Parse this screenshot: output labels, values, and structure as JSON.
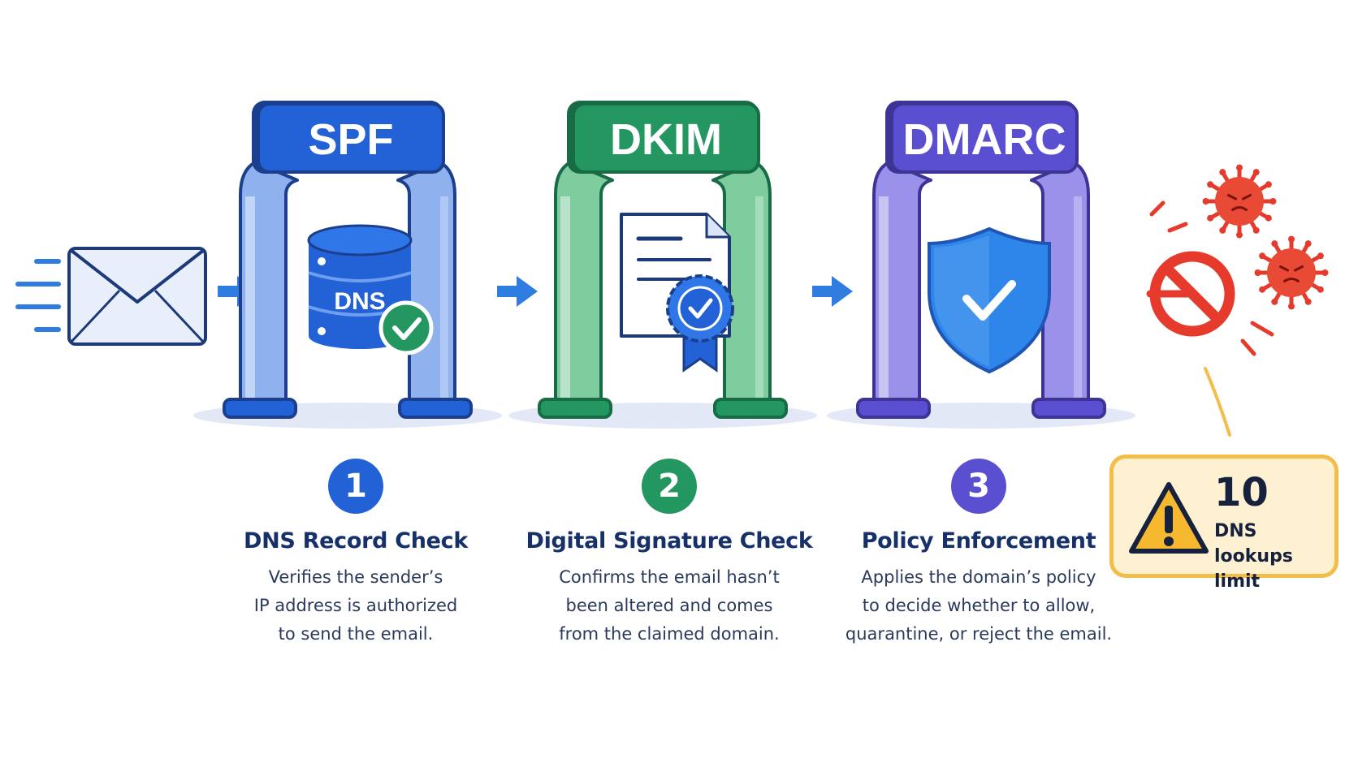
{
  "gates": [
    {
      "label": "SPF",
      "color": "#2262d6",
      "light": "#8fb2ef",
      "dark": "#1b3f8c"
    },
    {
      "label": "DKIM",
      "color": "#23975f",
      "light": "#7fcd9f",
      "dark": "#176b45"
    },
    {
      "label": "DMARC",
      "color": "#5a4fd1",
      "light": "#9a92ea",
      "dark": "#3d3496"
    }
  ],
  "dns_icon_label": "DNS",
  "steps": [
    {
      "number": "1",
      "title": "DNS Record Check",
      "description": "Verifies the sender’s\nIP address is authorized\nto send the email.",
      "color": "#2262d6"
    },
    {
      "number": "2",
      "title": "Digital Signature Check",
      "description": "Confirms the email hasn’t\nbeen altered and comes\nfrom the claimed domain.",
      "color": "#23975f"
    },
    {
      "number": "3",
      "title": "Policy Enforcement",
      "description": "Applies the domain’s policy\nto decide whether to allow,\nquarantine, or reject the email.",
      "color": "#5a4fd1"
    }
  ],
  "warning": {
    "number": "10",
    "label": "DNS lookups\nlimit"
  },
  "colors": {
    "arrow": "#2f7de0",
    "blocked": "#e53a2c",
    "warning_border": "#f3bd4a",
    "warning_bg": "#fdf1d2",
    "text_dark": "#16306a"
  }
}
